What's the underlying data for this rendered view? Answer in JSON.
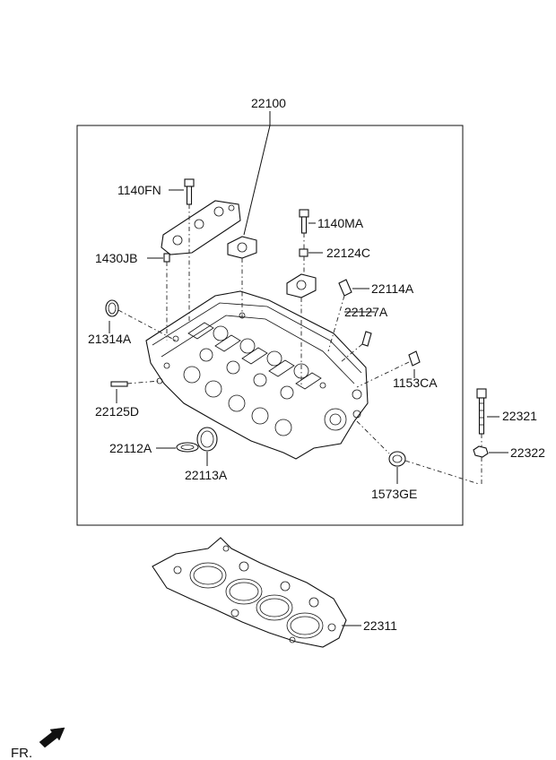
{
  "labels": {
    "assembly": "22100",
    "p1140FN": "1140FN",
    "p1140MA": "1140MA",
    "p22124C": "22124C",
    "p1430JB": "1430JB",
    "p22114A": "22114A",
    "p22127A": "22127A",
    "p21314A": "21314A",
    "p1153CA": "1153CA",
    "p22125D": "22125D",
    "p22321": "22321",
    "p22112A": "22112A",
    "p22322": "22322",
    "p22113A": "22113A",
    "p1573GE": "1573GE",
    "p22311": "22311",
    "front": "FR."
  }
}
